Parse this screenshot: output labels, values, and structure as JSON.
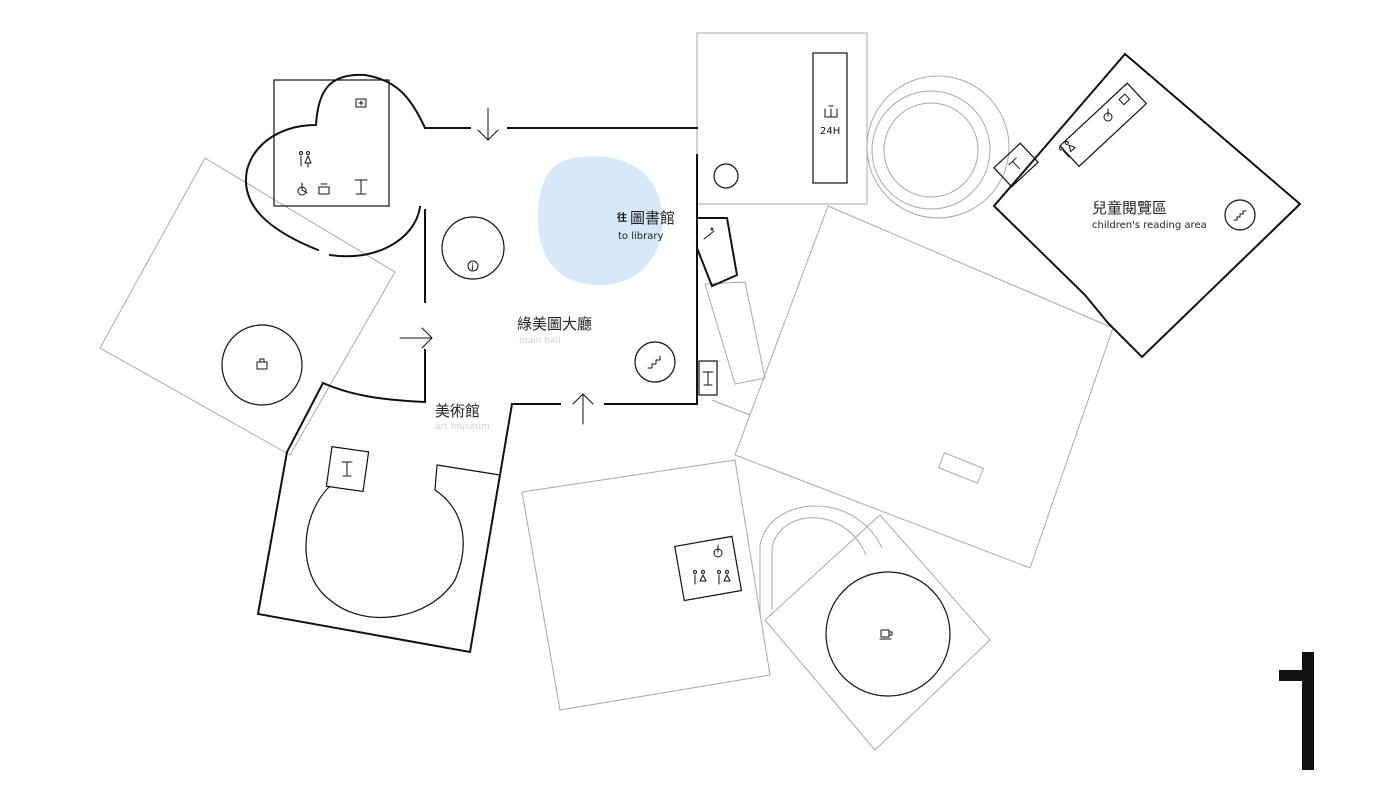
{
  "colors": {
    "main_walls": "#111111",
    "secondary_walls": "#a9a9a9",
    "library_highlight": "#d6e9f8",
    "background": "#ffffff"
  },
  "labels": {
    "library_floor_marker": "往",
    "library_zh": "圖書館",
    "library_en": "to library",
    "hall_zh": "綠美圖大廳",
    "hall_en": "main hall",
    "museum_zh": "美術館",
    "museum_en": "art museum",
    "children_zh": "兒童閱覽區",
    "children_en": "children's reading area",
    "book_return_hours": "24H",
    "info_desk": "i"
  },
  "icons": [
    "first-aid-icon",
    "restroom-icon",
    "accessible-icon",
    "nursing-room-icon",
    "water-fountain-icon",
    "info-icon",
    "book-return-icon",
    "elevator-icon",
    "escalator-icon",
    "stairs-icon",
    "shop-icon",
    "cafe-icon",
    "entrance-arrow-icon",
    "compass-north-icon"
  ]
}
